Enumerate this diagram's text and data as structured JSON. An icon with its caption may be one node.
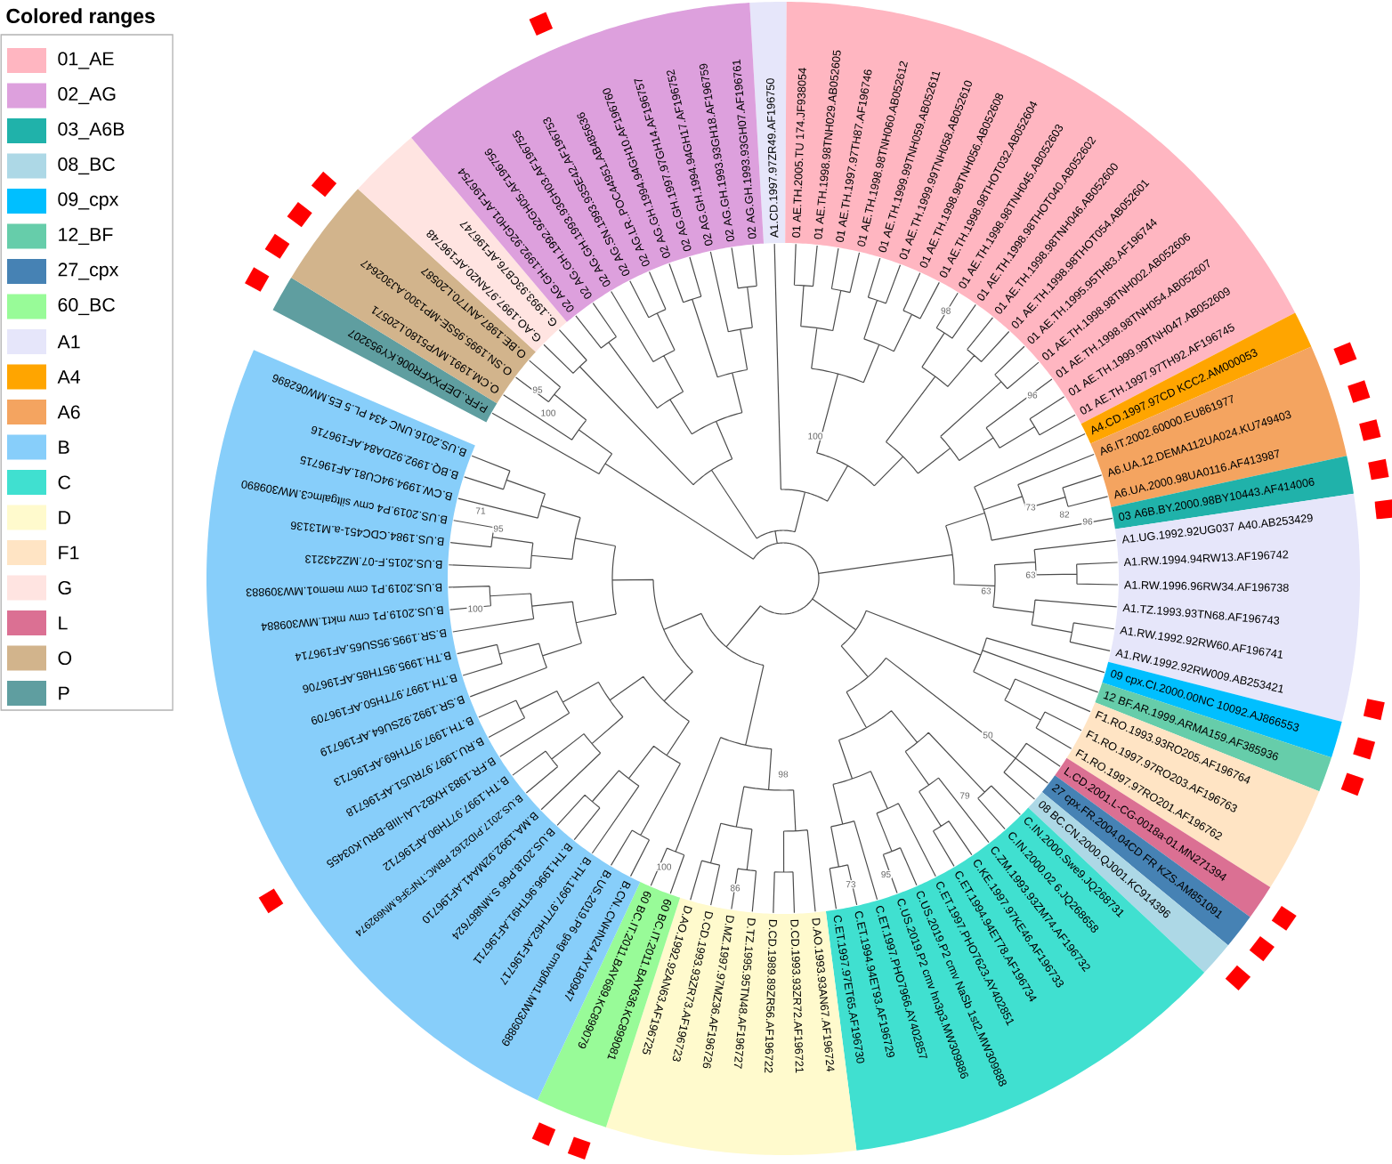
{
  "diagram": {
    "nodes": [
      {
        "text": [
          "A1.CD.1997.97ZR49.AF196750"
        ]
      },
      {
        "text": [
          "01 AE.TH.2005.TU 174.JF938054",
          "01 AE.TH.1998.98TNH029.AB052605",
          "01 AE.TH.1997.97TH87.AF196746",
          "01 AE.TH.1998.98TNH060.AB052612",
          "01 AE.TH.1999.99TNH059.AB052611",
          "01 AE.TH.1999.99TNH058.AB052610",
          "01 AE.TH.1998.98TNH056.AB052608",
          "01 AE.TH.1998.98THOT032.AB052604",
          "01 AE.TH.1998.98TNH045.AB052603",
          "01 AE.TH.1998.98THOT040.AB052602",
          "01 AE.TH.1998.98TNH046.AB052600",
          "01 AE.TH.1998.98THOT054.AB052601",
          "01 AE.TH.1995.95TH83.AF196744",
          "01 AE.TH.1998.98TNH002.AB052606",
          "01 AE.TH.1998.98TNH054.AB052607",
          "01 AE.TH.1999.99TNH047.AB052609",
          "01 AE.TH.1997.97TH92.AF196745"
        ]
      },
      {
        "text": [
          "A4.CD.1997.97CD KCC2.AM000053"
        ]
      },
      {
        "text": [
          "A6.IT.2002.60000.EU861977",
          "A6.UA.12.DEMA112UA024.KU749403",
          "A6.UA.2000.98UA0116.AF413987"
        ]
      },
      {
        "text": [
          "03 A6B.BY.2000.98BY10443.AF414006"
        ]
      },
      {
        "text": [
          "A1.UG.1992.92UG037 A40.AB253429",
          "A1.RW.1994.94RW13.AF196742",
          "A1.RW.1996.96RW34.AF196738",
          "A1.TZ.1993.93TN68.AF196743",
          "A1.RW.1992.92RW60.AF196741",
          "A1.RW.1992.92RW009.AB253421"
        ]
      },
      {
        "text": [
          "09 cpx.CI.2000.00NC 10092.AJ866553"
        ]
      },
      {
        "text": [
          "12 BF.AR.1999.ARMA159.AF385936"
        ]
      },
      {
        "text": [
          "F1.RO.1993.93RO205.AF196764",
          "F1.RO.1997.97RO203.AF196763",
          "F1.RO.1997.97RO201.AF196762"
        ]
      },
      {
        "text": [
          "L.CD.2001.L-CG-0018a-01.MN271394"
        ]
      },
      {
        "text": [
          "27 cpx.FR.2004.04CD FR KZS.AM851091"
        ]
      },
      {
        "text": [
          "08 BC.CN.2000.QJ001.KC914396"
        ]
      },
      {
        "text": [
          "C.IN.2000.Swe9.JQ268731",
          "C.IN.2000.02 6.JQ268658",
          "C.ZM.1993.93ZM74.AF196732",
          "C.KE.1997.97KE46.AF196733",
          "C.ET.1994.94ET78.AF196734",
          "C.ET.1997.PHO7623.AY402851",
          "C.US.2019.P2 cmv NaSb 1st2.MW309888",
          "C.US.2019.P2 cmv hn3p3.MW309886",
          "C.ET.1997.PHO7966.AY402857",
          "C.ET.1994.94ET93.AF196729",
          "C.ET.1997.97ET65.AF196730"
        ]
      },
      {
        "text": [
          "D.AO.1993.93AN67.AF196724",
          "D.CD.1993.93ZR72.AF196721",
          "D.CD.1989.89ZR56.AF196722",
          "D.TZ.1995.95TN48.AF196727",
          "D.MZ.1997.97MZ36.AF196726",
          "D.CD.1993.93ZR73.AF196723",
          "D.AO.1992.92AN63.AF196725"
        ]
      },
      {
        "text": [
          "60 BC.IT.2011.BAY636.KC899081",
          "60 BC.IT.2011.BAY689.KC899079"
        ]
      },
      {
        "text": [
          "B.CN..CNHN24.AY180947",
          "B.US.2019.P6 gag cmvgdn1.MW309889",
          "B.TH.1997.97TH62.AF196717",
          "B.TH.1996.96TH91.AF196711",
          "B.US.2018.P66 S.MN867624",
          "B.MA.1992.92MA41.AF196710",
          "B.US.2017.PID2162 PBMC.TNF3F6.MN692974",
          "B.TH.1997.97TH90.AF196712",
          "B.FR.1983.HXB2-LAI-IIIB-BRU.K03455",
          "B.RU.1997.97RU51.AF196718",
          "B.TH.1997.97TH69.AF196713",
          "B.SR.1992.92SU64.AF196719",
          "B.TH.1997.97TH50.AF196709",
          "B.TH.1995.95TH85.AF196706",
          "B.SR.1995.95SU65.AF196714",
          "B.US.2019.P1 cmv mkt1.MW309884",
          "B.US.2019.P1 cmv memo1.MW309883",
          "B.US.2015.F-07.MZ243213",
          "B.US.1984.CDC451-a.M13136",
          "B.US.2019.P4 cmv siltgalmc3.MW309890",
          "B.CW.1994.94CU81.AF196715",
          "B.BQ.1992.92DA84.AF196716",
          "B.US.2016.UNC 434 PL.5 E5.MW062896"
        ]
      },
      {
        "text": [
          "P.FR..DEPXXFR006.KY953207"
        ]
      },
      {
        "text": [
          "O.CM.1991.MVP5180.L20571",
          "O.SN.1995.95SE-MP1300.AJ302647",
          "O.BE.1987.ANT70.L20587"
        ]
      },
      {
        "text": [
          "G.AO.1997.97AN20.AF196748",
          "G..1993.93CB76.AF196747"
        ]
      },
      {
        "text": [
          "02 AG.GH.1992.92GH01.AF196754",
          "02 AG.GH.1992.92GH05.AF196756",
          "02 AG.GH.1993.93GH03.AF196755",
          "02 AG.SN.1993.93SE42.AF196753",
          "02 AG.LR..POC44951.AB485636",
          "02 AG.GH.1994.94GH10.AF196760",
          "02 AG.GH.1997.97GH14.AF196757",
          "02 AG.GH.1994.94GH17.AF196752",
          "02 AG.GH.1993.93GH18.AF196759",
          "02 AG.GH.1993.93GH07.AF196761"
        ]
      }
    ],
    "labels": [
      "Colored ranges",
      "98",
      "95",
      "96",
      "100",
      "100",
      "73",
      "71",
      "82",
      "96",
      "95",
      "63",
      "63",
      "100",
      "50",
      "98",
      "79",
      "100",
      "95",
      "73",
      "86"
    ],
    "legend": [
      {
        "text": "01_AE",
        "color": "#ffb6c1"
      },
      {
        "text": "02_AG",
        "color": "#dda0dd"
      },
      {
        "text": "03_A6B",
        "color": "#20b2aa"
      },
      {
        "text": "08_BC",
        "color": "#add8e6"
      },
      {
        "text": "09_cpx",
        "color": "#00bfff"
      },
      {
        "text": "12_BF",
        "color": "#66cdaa"
      },
      {
        "text": "27_cpx",
        "color": "#4682b4"
      },
      {
        "text": "60_BC",
        "color": "#98fb98"
      },
      {
        "text": "A1",
        "color": "#e6e6fa"
      },
      {
        "text": "A4",
        "color": "#ffa500"
      },
      {
        "text": "A6",
        "color": "#f4a460"
      },
      {
        "text": "B",
        "color": "#87cefa"
      },
      {
        "text": "C",
        "color": "#40e0d0"
      },
      {
        "text": "D",
        "color": "#fffacd"
      },
      {
        "text": "F1",
        "color": "#ffe4c4"
      },
      {
        "text": "G",
        "color": "#ffe4e1"
      },
      {
        "text": "L",
        "color": "#db7093"
      },
      {
        "text": "O",
        "color": "#d2b48c"
      },
      {
        "text": "P",
        "color": "#5f9ea0"
      }
    ]
  }
}
